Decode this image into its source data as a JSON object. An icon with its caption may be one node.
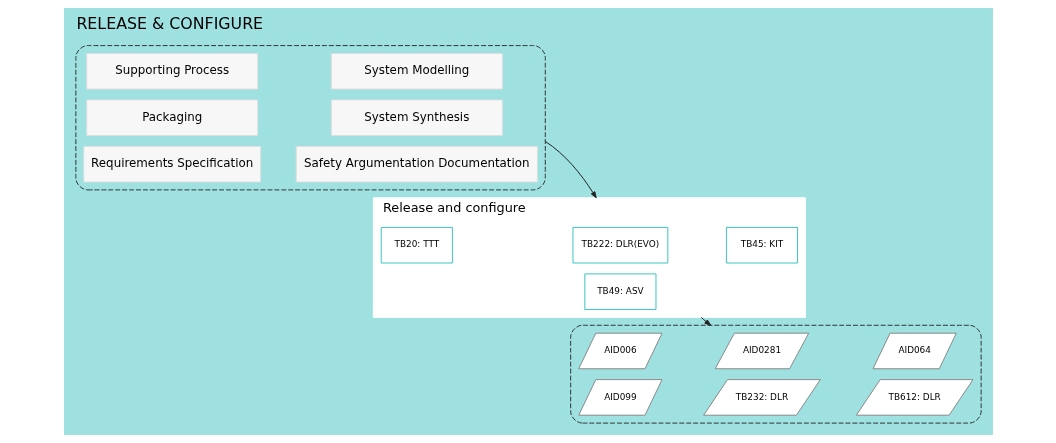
{
  "diagram": {
    "title": "RELEASE & CONFIGURE",
    "nodes": [
      {
        "text": [],
        "shape": "box"
      },
      {
        "text": [
          "Supporting Process"
        ],
        "in": 0
      },
      {
        "text": [
          "System Modelling"
        ],
        "in": 0
      },
      {
        "text": [
          "Packaging"
        ],
        "in": 0
      },
      {
        "text": [
          "System Synthesis"
        ],
        "in": 0
      },
      {
        "text": [
          "Requirements Specification"
        ],
        "in": 0
      },
      {
        "text": [
          "Safety Argumentation Documentation"
        ],
        "in": 0
      },
      {
        "text": [
          "Release and configure"
        ]
      },
      {
        "text": [
          "TB20: TTT"
        ],
        "in": 7
      },
      {
        "text": [
          "TB222: DLR(EVO)"
        ],
        "in": 7
      },
      {
        "text": [
          "TB45: KIT"
        ],
        "in": 7
      },
      {
        "text": [
          "TB49: ASV"
        ],
        "in": 7
      },
      {
        "text": [],
        "shape": "box"
      },
      {
        "text": [
          "AID006"
        ],
        "in": 12
      },
      {
        "text": [
          "AID0281"
        ],
        "in": 12
      },
      {
        "text": [
          "AID064"
        ],
        "in": 12
      },
      {
        "text": [
          "AID099"
        ],
        "in": 12
      },
      {
        "text": [
          "TB232: DLR"
        ],
        "in": 12
      },
      {
        "text": [
          "TB612: DLR"
        ],
        "in": 12
      }
    ],
    "edges": [
      {
        "from": 0,
        "to": 7,
        "arrow": "to"
      },
      {
        "from": 7,
        "to": 12,
        "arrow": "to"
      }
    ]
  }
}
